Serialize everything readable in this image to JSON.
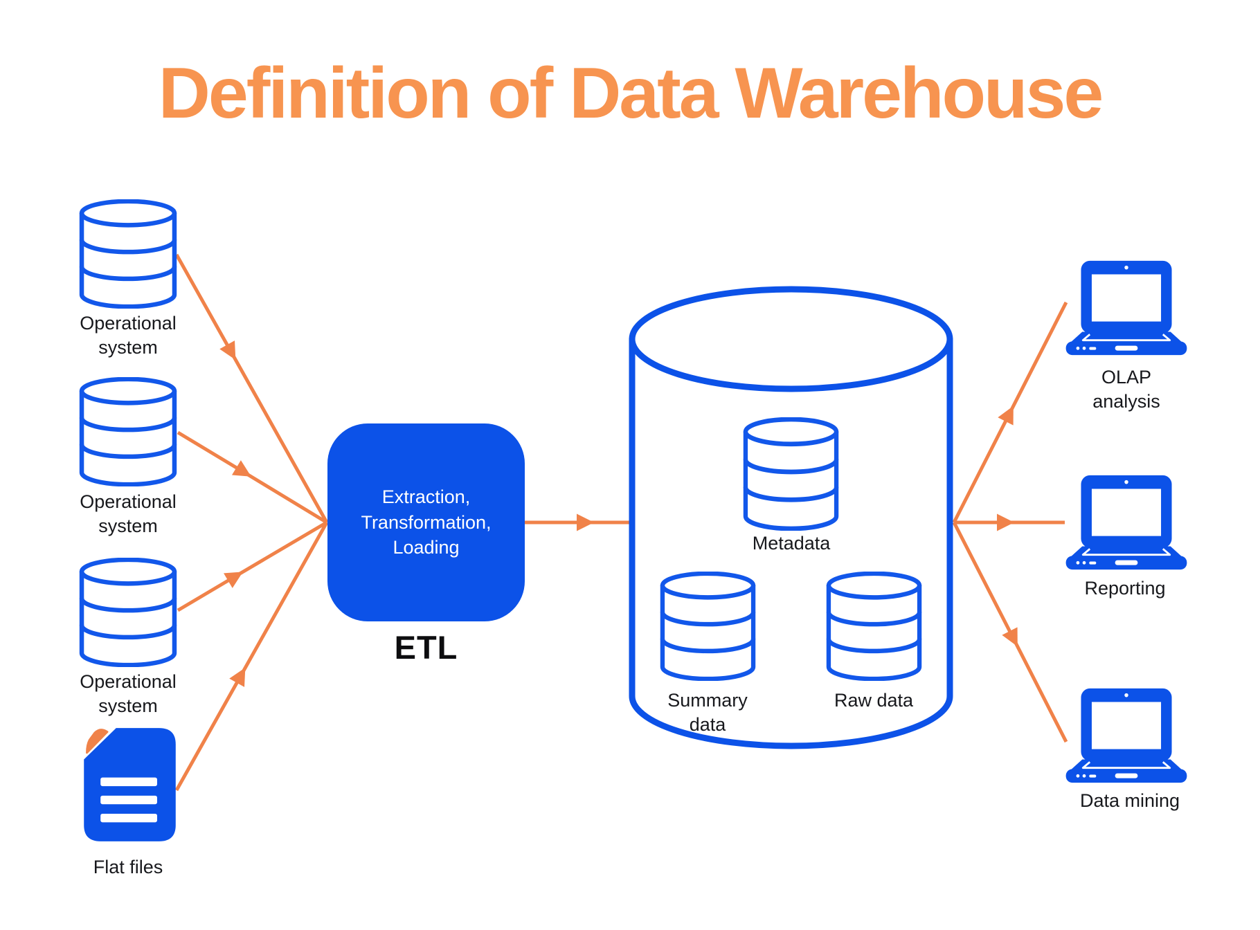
{
  "title": "Definition of Data Warehouse",
  "sources": [
    {
      "label": "Operational system",
      "icon": "database-icon"
    },
    {
      "label": "Operational system",
      "icon": "database-icon"
    },
    {
      "label": "Operational system",
      "icon": "database-icon"
    },
    {
      "label": "Flat files",
      "icon": "document-icon"
    }
  ],
  "etl": {
    "label": "Extraction,\nTransformation,\nLoading",
    "caption": "ETL"
  },
  "warehouse": {
    "metadata_label": "Metadata",
    "summary_label": "Summary data",
    "raw_label": "Raw data"
  },
  "outputs": [
    {
      "label": "OLAP analysis",
      "icon": "laptop-icon"
    },
    {
      "label": "Reporting",
      "icon": "laptop-icon"
    },
    {
      "label": "Data mining",
      "icon": "laptop-icon"
    }
  ],
  "colors": {
    "title_orange": "#f79450",
    "arrow_orange": "#f08249",
    "blue_fill": "#0c52e8",
    "blue_stroke": "#1257ea",
    "label_text": "#17181c",
    "background": "#ffffff"
  }
}
